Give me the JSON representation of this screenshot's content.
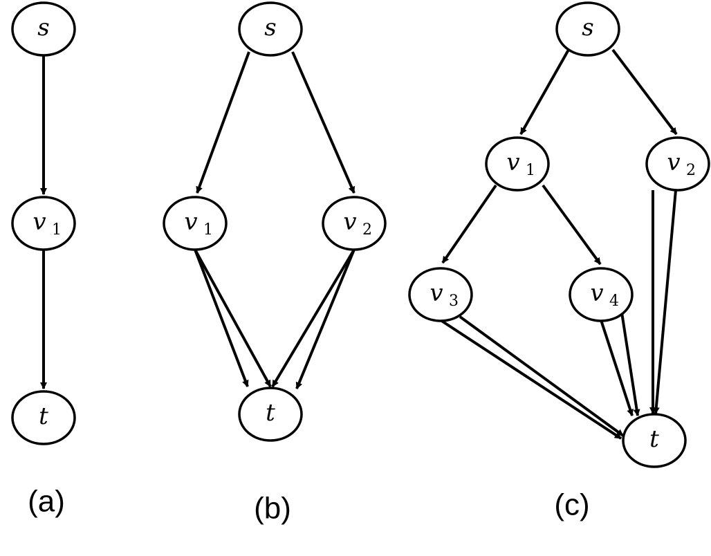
{
  "panels": [
    {
      "id": "a",
      "caption": "(a)",
      "nodes": [
        {
          "id": "s",
          "label": "s",
          "sub": ""
        },
        {
          "id": "v1",
          "label": "v",
          "sub": "1"
        },
        {
          "id": "t",
          "label": "t",
          "sub": ""
        }
      ],
      "edges": [
        [
          "s",
          "v1"
        ],
        [
          "v1",
          "t"
        ]
      ]
    },
    {
      "id": "b",
      "caption": "(b)",
      "nodes": [
        {
          "id": "s",
          "label": "s",
          "sub": ""
        },
        {
          "id": "v1",
          "label": "v",
          "sub": "1"
        },
        {
          "id": "v2",
          "label": "v",
          "sub": "2"
        },
        {
          "id": "t",
          "label": "t",
          "sub": ""
        }
      ],
      "edges": [
        [
          "s",
          "v1"
        ],
        [
          "s",
          "v2"
        ],
        [
          "v1",
          "t"
        ],
        [
          "v1",
          "t"
        ],
        [
          "v2",
          "t"
        ],
        [
          "v2",
          "t"
        ]
      ]
    },
    {
      "id": "c",
      "caption": "(c)",
      "nodes": [
        {
          "id": "s",
          "label": "s",
          "sub": ""
        },
        {
          "id": "v1",
          "label": "v",
          "sub": "1"
        },
        {
          "id": "v2",
          "label": "v",
          "sub": "2"
        },
        {
          "id": "v3",
          "label": "v",
          "sub": "3"
        },
        {
          "id": "v4",
          "label": "v",
          "sub": "4"
        },
        {
          "id": "t",
          "label": "t",
          "sub": ""
        }
      ],
      "edges": [
        [
          "s",
          "v1"
        ],
        [
          "s",
          "v2"
        ],
        [
          "v1",
          "v3"
        ],
        [
          "v1",
          "v4"
        ],
        [
          "v3",
          "t"
        ],
        [
          "v3",
          "t"
        ],
        [
          "v4",
          "t"
        ],
        [
          "v4",
          "t"
        ],
        [
          "v2",
          "t"
        ],
        [
          "v2",
          "t"
        ]
      ]
    }
  ]
}
